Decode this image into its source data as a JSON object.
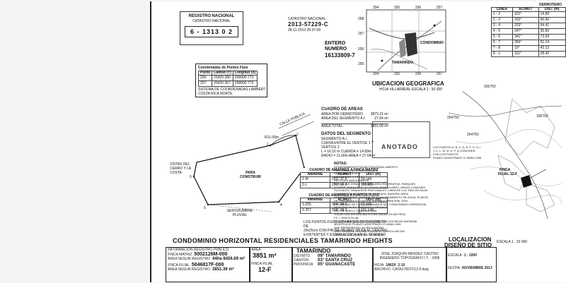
{
  "registry_stamp": {
    "title": "REGISTRO NACIONAL",
    "subtitle": "CATASTRO NACIONAL",
    "code": "6 - 1313 0 2"
  },
  "catastro_submission": {
    "heading": "CATASTRO NACIONAL",
    "number": "2013-57229-C",
    "line": "28-11-2013 09:37:09"
  },
  "entry": {
    "label": "ENTERO",
    "label2": "NUMERO",
    "number": "16133809-7"
  },
  "coordinates": {
    "title": "Coordenadas de Puntos Fijos",
    "headers": [
      "Punto",
      "Latitud (Y)",
      "Longitud (X)"
    ],
    "rows": [
      [
        "256",
        "25420 380",
        "258999 773"
      ],
      [
        "257",
        "25420 367",
        "258990 773"
      ]
    ],
    "note1": "SISTEMA DE COORDENADAS LAMBERT",
    "note2": "COSTA RICA NORTE"
  },
  "location_map": {
    "title": "UBICACION GEOGRAFICA",
    "scale": "HOJA VILLARREAL ESCALA 1 : 50 000",
    "condo_label": "CONDOMINIO",
    "town_label": "TAMARINDO",
    "grid_top": [
      "334",
      "335",
      "336",
      "337"
    ],
    "grid_bottom": [
      "334",
      "335",
      "336",
      "337"
    ],
    "grid_left": [
      "258",
      "257",
      "256",
      "255"
    ]
  },
  "area_summary": {
    "title": "CUADRO DE AREAS",
    "rows": [
      [
        "AREA POR DERROTERO",
        "3873.21 m²"
      ],
      [
        "AREA DEL SEGMENTO A.I.",
        "27.64 m²"
      ],
      [
        "AREA TOTAL",
        "3851.00 m²"
      ]
    ],
    "segment_title": "DATOS DEL SEGMENTO",
    "segment_lines": [
      "SEGMENTO A.I.",
      "CURVA ENTRE EL VERTICE 1 Y VERTICE 2",
      "L = 16.16 m  CUERDA = 14.89m",
      "RADIO = 11.00m  AREA = 27.64m²"
    ]
  },
  "rumbos_tables": [
    {
      "title": "CUADRO DE AMARRES A FINCA MATRIZ",
      "headers": [
        "AMARRE",
        "ACIMUT",
        "DIST (m)"
      ],
      "rows": [
        [
          "1-M",
          "293° 37 5",
          "18.149"
        ],
        [
          "2-L",
          "201° 16 2",
          "116.984"
        ]
      ]
    },
    {
      "title": "CUADRO DE AMARRES A PUNTOS FIJOS",
      "headers": [
        "AMARRE",
        "ACIMUT",
        "DIST (m)"
      ],
      "rows": [
        [
          "1-255",
          "304° 08 5",
          "56.109"
        ],
        [
          "2-257",
          "208° 08 3",
          "211.148"
        ]
      ]
    }
  ],
  "fixed_points_note": [
    "LOS PUNTOS FIJOS SON BASES DE CONCRETO DE",
    "25x25cm CON PIN DE HIERRO 3/8 EN EL CENTRO",
    "EXISTENTES Y ESTABLECIDOS EN EL TERRENO"
  ],
  "parcel": {
    "vertices": [
      "1",
      "2",
      "3",
      "4",
      "5",
      "6"
    ],
    "label_main": "PARA CONSTRUIR",
    "label_left": "VISTAS DEL CERRO Y LA COSTA",
    "label_bottom": "SERVIDUMBRE PLUVIAL",
    "curve_label": "R11.00m",
    "road_label": "CALLE PUBLICA"
  },
  "stamp_right": {
    "text": "ANOTADO"
  },
  "derrotero": {
    "title": "DERROTERO",
    "headers": [
      "LINEA",
      "ACIMUT",
      "DIST (m)"
    ],
    "rows": [
      [
        "1 - 2",
        "115°",
        "14.89"
      ],
      [
        "2 - 3",
        "202°",
        "90.90"
      ],
      [
        "3 - 4",
        "203°",
        "64.41"
      ],
      [
        "4 - 5",
        "247°",
        "30.83"
      ],
      [
        "5 - 6",
        "341°",
        "73.69"
      ],
      [
        "6 - 7",
        "356°",
        "51.14"
      ],
      [
        "7 - 8",
        "10°",
        "42.12"
      ],
      [
        "8 - 1",
        "116°",
        "28.42"
      ]
    ]
  },
  "notes": {
    "title": "NOTAS:",
    "lines": [
      "LEVANTAMIENTO POLAR POLIGONAL ABIERTO",
      "PRECISION DE COORDENADAS",
      "ANGULOS: ± 5.00 m",
      "DISTANCIAS: ± 0.10 m",
      "VERTICES AMOJONADOS",
      "TODAS LAS ZONAS VERDES, AREA RECREATIVA, PARQUES,",
      "ACERAS, PARQUEOS, ACCESOS VEHICULARES, AREAS COMUNES",
      "PLUVIALES, SENDEROS PEATONALES, LINEA DE LUZ, RED DE AGUA",
      "CONSTRUIDAS, CASETA DE ENTRADA, BASURA, AREA",
      "ADMINISTRATIVA, TANQUE DE ALMACENAMIENTO DE AGUA, PLANTA",
      "DE TRATAMIENTO, VIAS DE ENTRADA PRINCIPAL SON",
      "PROPIEDAD DE LOS CONDOMINOS DEL CONDOMINIO HORIZONTAL",
      "RESIDENCIALES TAMARINDO HEIGHTS",
      "USO DE SUELO: HABITACIONAL",
      "TODAS LAS DISTANCIAS ESTAN DADAS EN METROS",
      "F.F. = FINCA FILIAL",
      "COLINDANTE: FIDUCIARIA GUSAR CON SOCIEDAD ANONIMA",
      "MODIFICA EL PLANO CATASTRADO G-18064-1996",
      "QUE REPRESENTA LA FINCA MATRIZ",
      "SERVIDUMBRE PLUVIAL Y ACCESO VEHICULAR DEL",
      "VERTICE 1 AL VERTICE 2 DE 16.16 m"
    ]
  },
  "site_map": {
    "labels": [
      "335750",
      "254750",
      "335750",
      "254750"
    ],
    "finca_label": "FINCA",
    "finca_number": "FILIAL 12-F",
    "ref_text": [
      "LOS PUNTOS A, B, C, D, E, F, G, H, I",
      "J, K, L, M, N, O, P, Q CONCIDEN",
      "CON LOS PUNTOS",
      "PLANO CATASTRADO G-18064-1996"
    ]
  },
  "site_title": {
    "line1": "LOCALIZACION",
    "line2": "DISEÑO DE SITIO",
    "scale": "ESCALA 1 : 10 000"
  },
  "title_block": {
    "project_title": "CONDOMINIO HORIZONTAL RESIDENCIALES TAMARINDO HEIGHTS",
    "reg_info_label": "INFORMACION REGISTRO PUBLICO",
    "finca_matriz_label": "FINCA MATRIZ",
    "finca_matriz": "5002126M-000",
    "area_segun_label": "AREA SEGUN REGISTRO",
    "area_segun": "44ha 8426.69 m²",
    "finca_filial_label": "FINCA FILIAL",
    "finca_filial": "5046817F-000",
    "area_filial_label": "AREA SEGUN REGISTRO",
    "area_filial": "3851.36 m²",
    "area_label": "AREA",
    "area": "3851 m²",
    "filial_no_label": "FINCA FILIAL",
    "filial_no": "12-F",
    "place_label": "",
    "place": "TAMARINDO",
    "distrito_label": "DISTRITO",
    "distrito": "09° TAMARINDO",
    "canton_label": "CANTON",
    "canton": "03° SANTA CRUZ",
    "provincia_label": "PROVINCIA",
    "provincia": "05° GUANACASTE",
    "surveyor": "JOSE JOAQUIN MENDEZ CASTRO",
    "surveyor_line": "INGENIERO TOPOGRAFO I.T. - 3495",
    "scale_label": "ESCALA",
    "scale": "1 : 1000",
    "hoja_label": "HOJA",
    "hoja": "18629",
    "hoja_no": "2-10",
    "date_label": "FECHA",
    "date": "NOVIEMBRE 2013",
    "file_label": "ARCHIVO",
    "file": "CATASTRO’F12-F.dwg"
  },
  "colors": {
    "ink": "#111111",
    "paper": "#ffffff",
    "scan_bg": "#f4f4f2"
  }
}
